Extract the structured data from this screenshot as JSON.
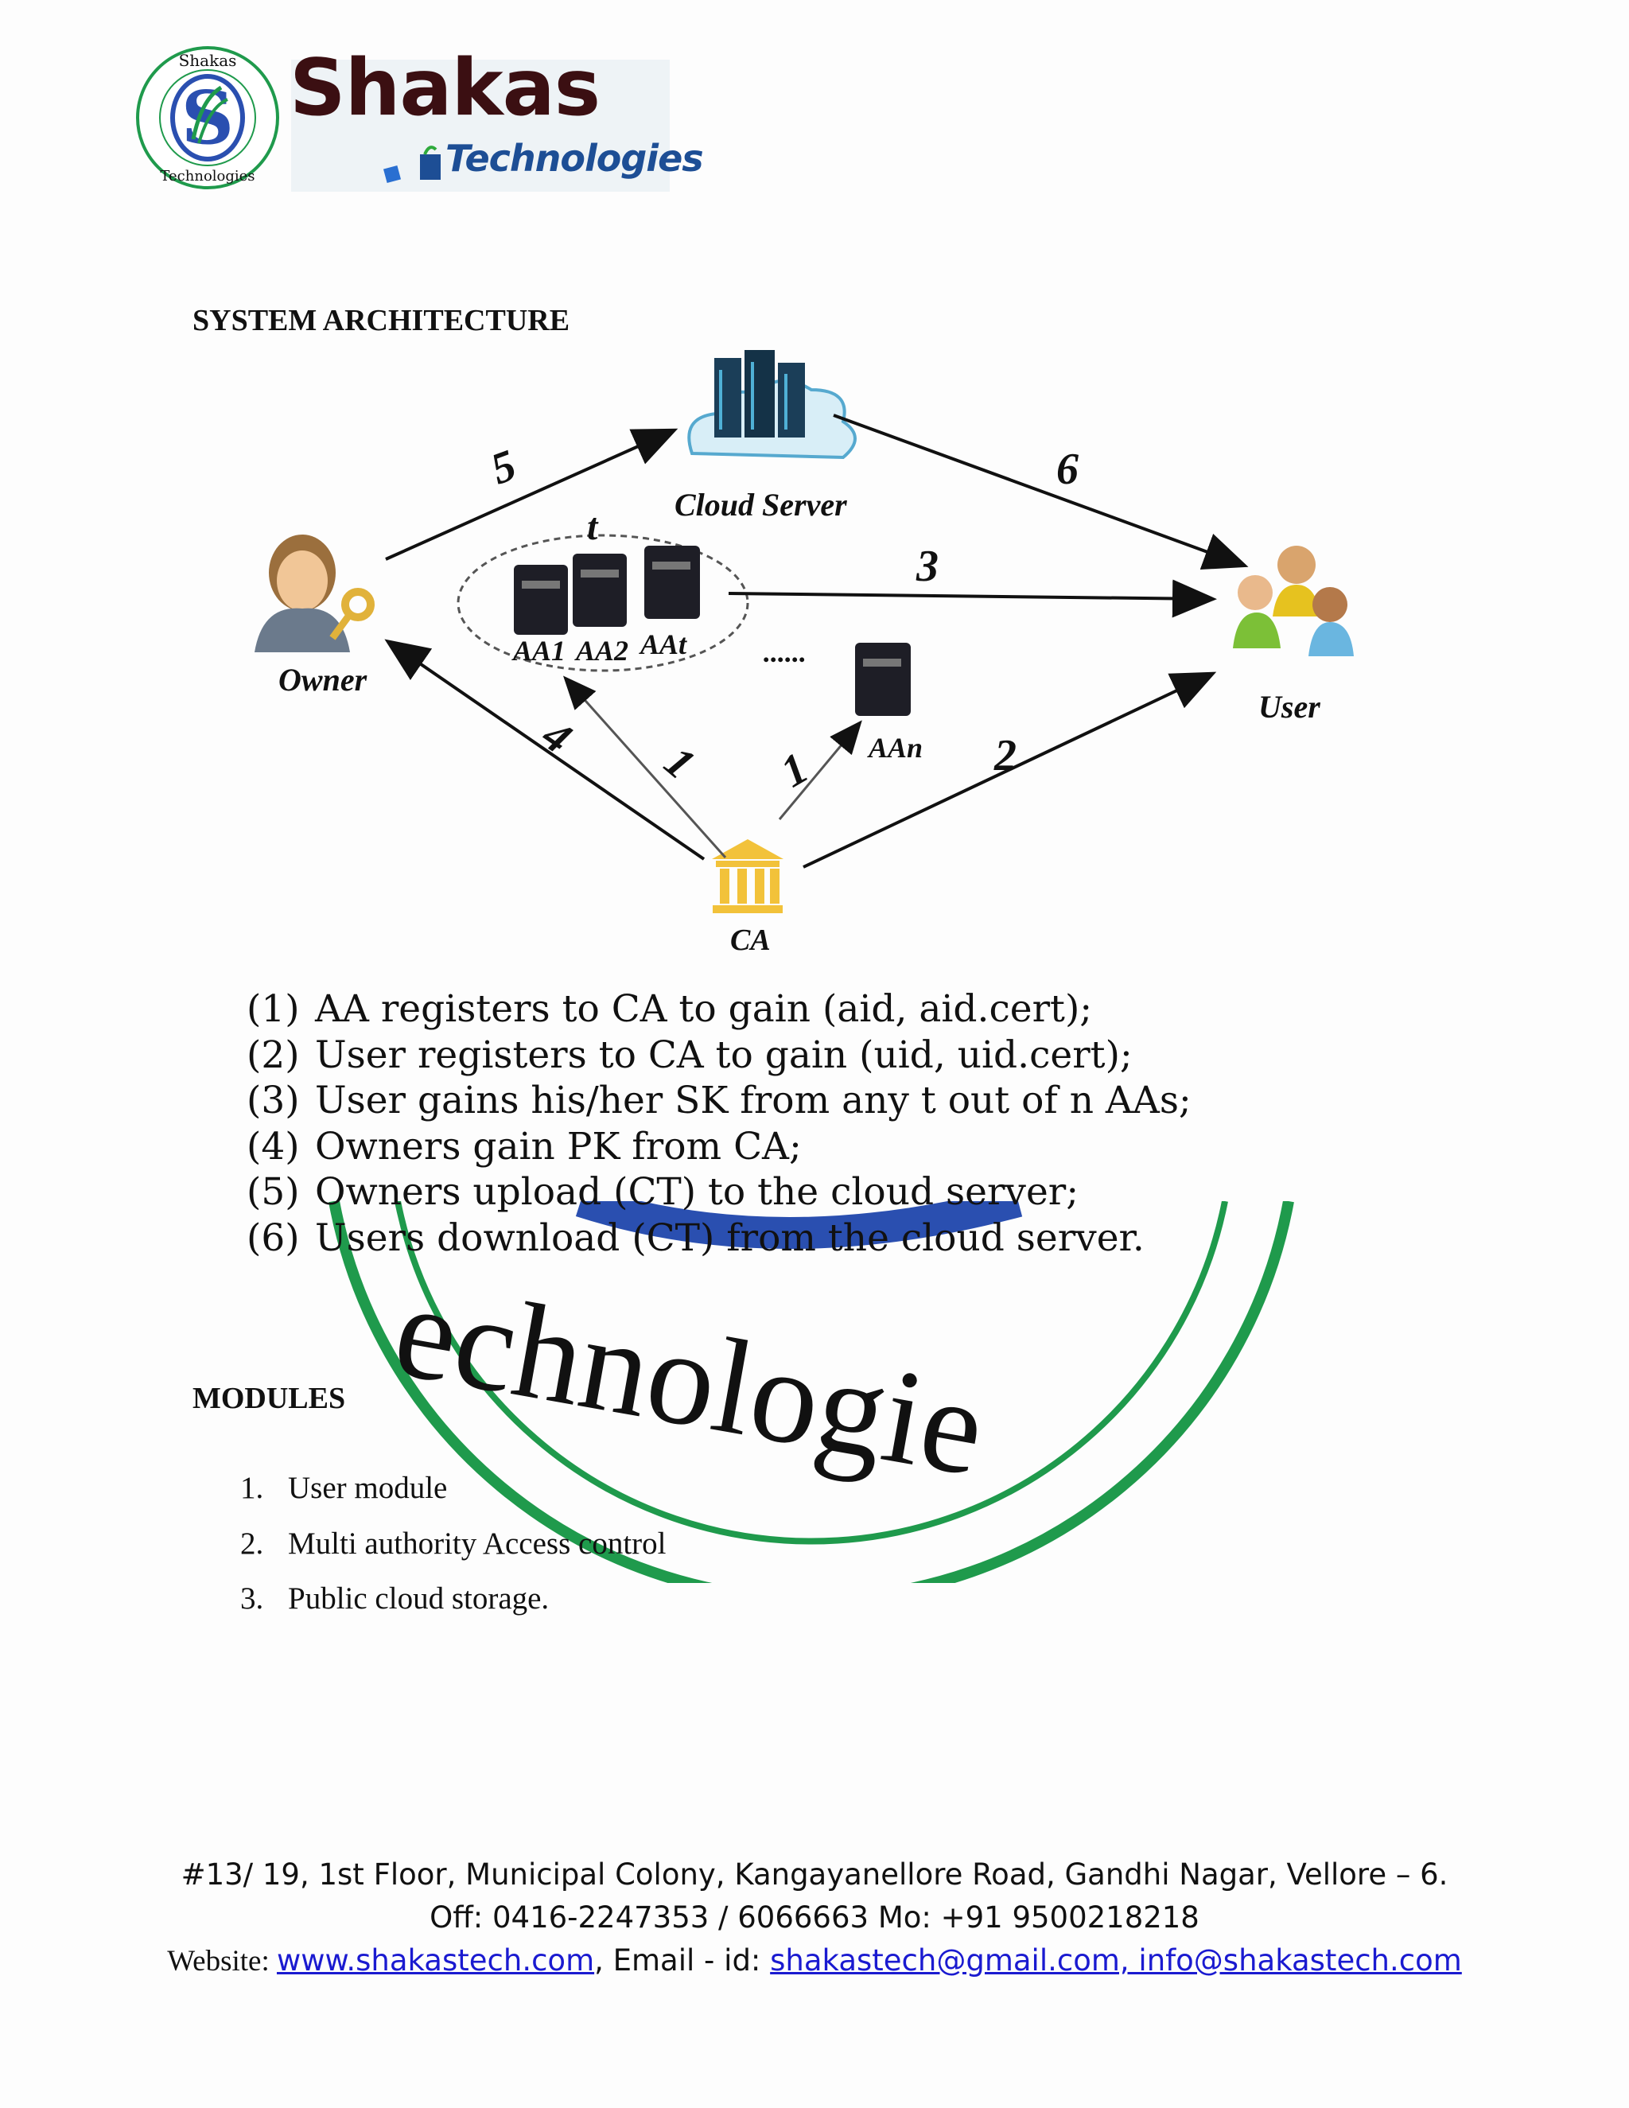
{
  "header": {
    "seal_text_top": "Shakas",
    "seal_text_bottom": "Technologies",
    "brand_name": "Shakas",
    "brand_sub": "Technologies"
  },
  "section_architecture": {
    "heading": "SYSTEM ARCHITECTURE"
  },
  "diagram": {
    "nodes": {
      "cloud": "Cloud Server",
      "owner": "Owner",
      "user": "User",
      "ca": "CA",
      "aa1": "AA1",
      "aa2": "AA2",
      "aat": "AAt",
      "aan": "AAn",
      "threshold": "t",
      "dots": "......"
    },
    "edges": [
      "5",
      "6",
      "3",
      "4",
      "1",
      "1",
      "2"
    ]
  },
  "steps": [
    {
      "num": "(1)",
      "text": "AA registers to CA to gain (aid, aid.cert);"
    },
    {
      "num": "(2)",
      "text": "User registers to CA to gain (uid, uid.cert);"
    },
    {
      "num": "(3)",
      "text": "User gains his/her SK from any t out of n AAs;"
    },
    {
      "num": "(4)",
      "text": "Owners gain PK from CA;"
    },
    {
      "num": "(5)",
      "text": "Owners upload (CT) to the cloud server;"
    },
    {
      "num": "(6)",
      "text": "Users download (CT) from the cloud server."
    }
  ],
  "watermark_text": "echnologie",
  "section_modules": {
    "heading": "MODULES",
    "items": [
      {
        "num": "1.",
        "text": "User module"
      },
      {
        "num": "2.",
        "text": "Multi authority Access control"
      },
      {
        "num": "3.",
        "text": "Public cloud storage."
      }
    ]
  },
  "footer": {
    "address": "#13/ 19, 1st Floor, Municipal Colony, Kangayanellore Road, Gandhi Nagar, Vellore – 6.",
    "phones": "Off: 0416-2247353 / 6066663 Mo: +91 9500218218",
    "website_label": "Website: ",
    "website": "www.shakastech.com",
    "email_label": ", Email - id: ",
    "emails": "shakastech@gmail.com, info@shakastech.com"
  },
  "colors": {
    "brand_maroon": "#3b0f12",
    "brand_blue": "#1d4e95",
    "seal_green": "#1f9a4c",
    "link_blue": "#1a1ad0"
  }
}
